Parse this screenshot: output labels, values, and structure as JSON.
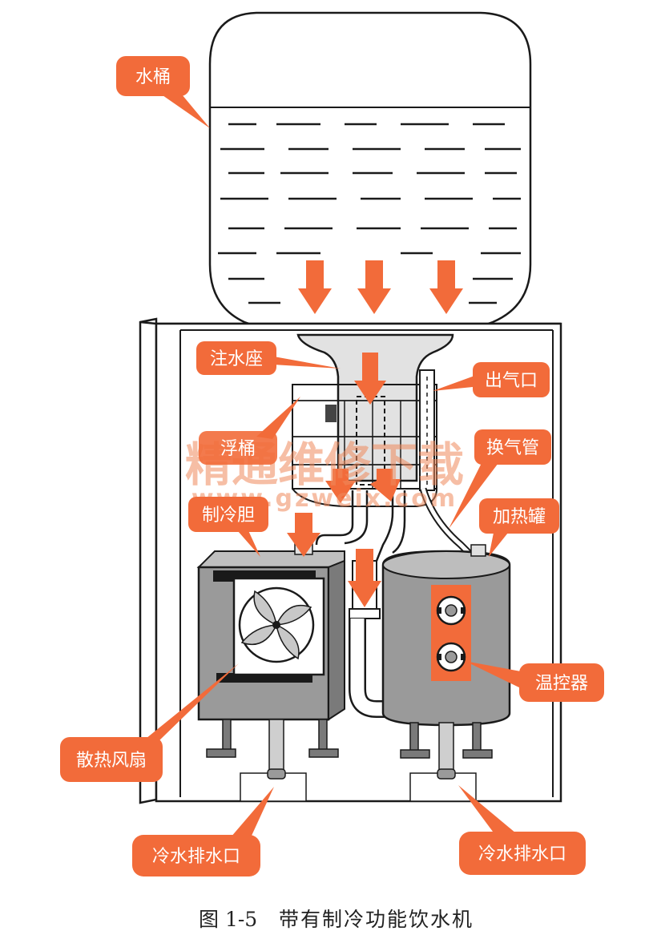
{
  "labels": {
    "water_bucket": "水桶",
    "water_seat": "注水座",
    "float_bucket": "浮桶",
    "air_outlet": "出气口",
    "vent_pipe": "换气管",
    "cooling_tank": "制冷胆",
    "heating_tank": "加热罐",
    "thermostat": "温控器",
    "cooling_fan": "散热风扇",
    "drain_left": "冷水排水口",
    "drain_right": "冷水排水口"
  },
  "watermark": {
    "cn": "精通维修下载",
    "url": "www.gzweix.com"
  },
  "caption": {
    "figure_no": "图 1-5",
    "title": "带有制冷功能饮水机"
  },
  "colors": {
    "accent": "#f26b3a",
    "line": "#1a1a1a",
    "tank_fill": "#9a9a9a",
    "water_tint": "#d9d9d9"
  }
}
